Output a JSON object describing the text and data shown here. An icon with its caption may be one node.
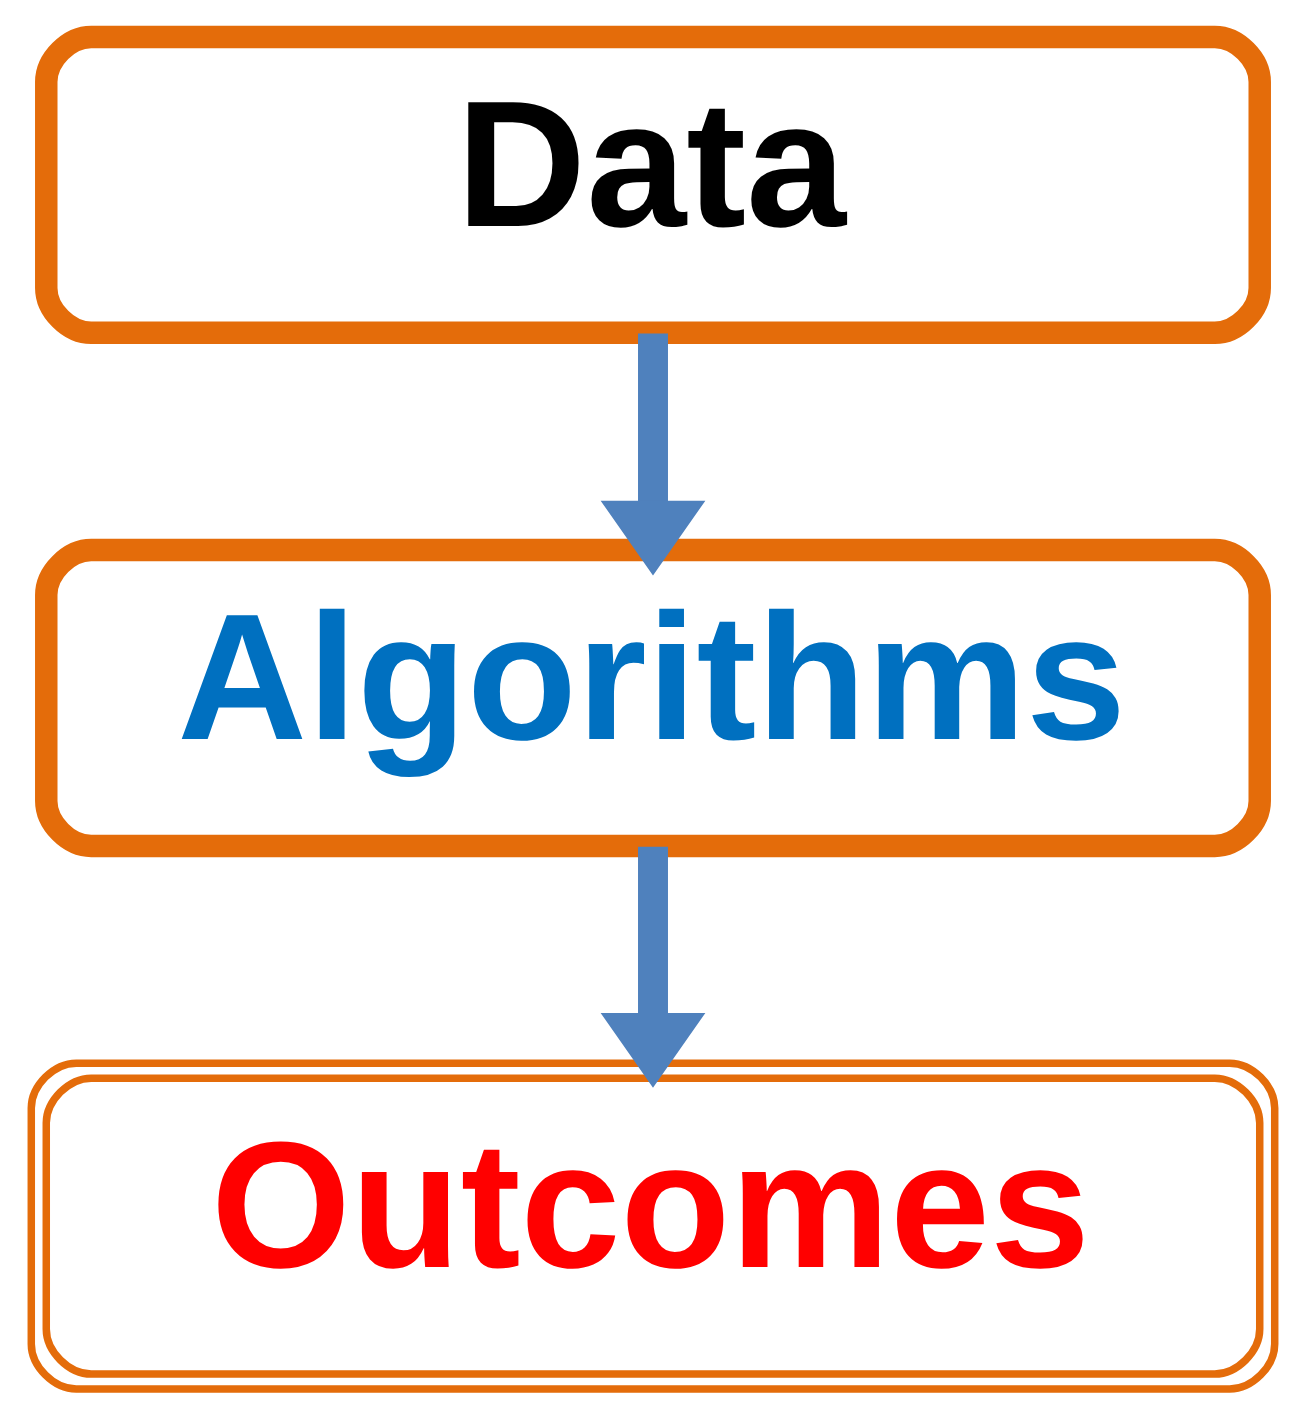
{
  "diagram": {
    "nodes": [
      {
        "text": [
          "Data"
        ]
      },
      {
        "text": [
          "Algorithms"
        ]
      },
      {
        "text": [
          "Outcomes"
        ]
      }
    ],
    "edges": [
      {
        "from": 0,
        "to": 1,
        "arrow": "to"
      },
      {
        "from": 1,
        "to": 2,
        "arrow": "to"
      }
    ]
  }
}
